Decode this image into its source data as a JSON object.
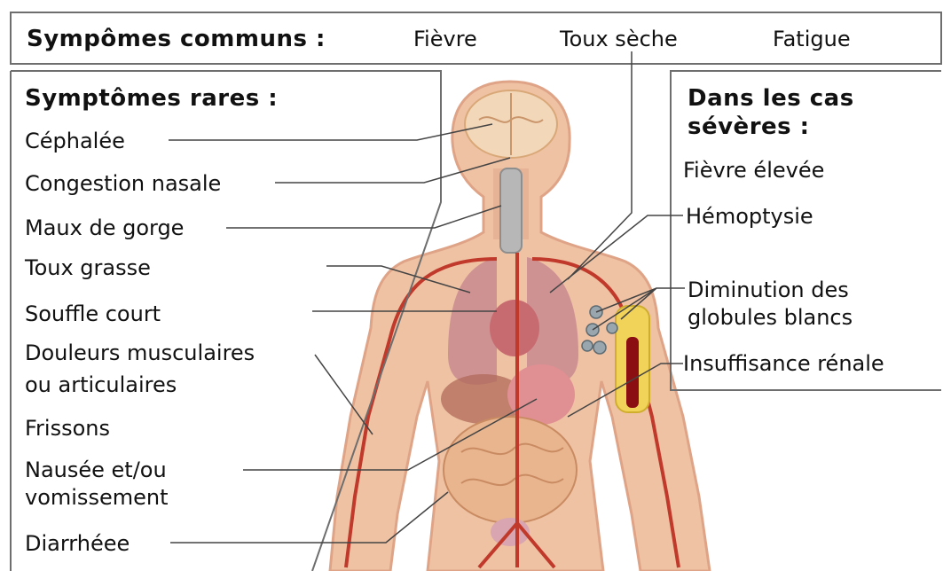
{
  "common": {
    "title": "Sympômes communs :",
    "items": [
      "Fièvre",
      "Toux sèche",
      "Fatigue"
    ]
  },
  "rare": {
    "title": "Symptômes rares :",
    "items": [
      "Céphalée",
      "Congestion nasale",
      "Maux de gorge",
      "Toux grasse",
      "Souffle court",
      "Douleurs musculaires",
      "ou articulaires",
      "Frissons",
      "Nausée et/ou",
      "vomissement",
      "Diarrhéee"
    ]
  },
  "severe": {
    "title_line1": "Dans les cas",
    "title_line2": "sévères :",
    "items": [
      "Fièvre élevée",
      "Hémoptysie",
      "Diminution des",
      "globules blancs",
      "Insuffisance rénale"
    ]
  },
  "colors": {
    "skin": "#efc2a4",
    "skin_shadow": "#dfa487",
    "artery": "#c0392b",
    "organ": "#d9968c",
    "lung": "#c98a8f",
    "brain": "#f3d7b9",
    "box_border": "#6e6e6e",
    "leader": "#444444",
    "bone": "#f1d35a"
  }
}
